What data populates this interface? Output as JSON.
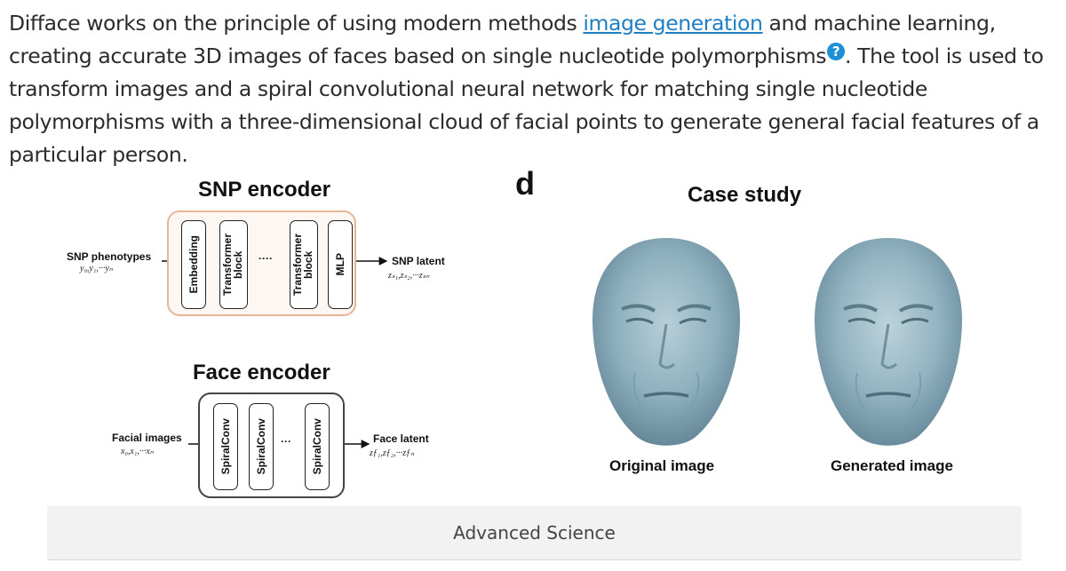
{
  "paragraph": {
    "part1": "Difface works on the principle of using modern methods ",
    "link": "image generation",
    "part2": " and machine learning, creating accurate 3D images of faces based on single nucleotide polymorphisms",
    "help_glyph": "?",
    "part3": ". The tool is used to transform images and a spiral convolutional neural network for matching single nucleotide polymorphisms with a three-dimensional cloud of facial points to generate general facial features of a particular person."
  },
  "figure": {
    "snp_encoder": {
      "title": "SNP encoder",
      "input_label": "SNP phenotypes",
      "input_sub": "y₀,y₁,···yₙ",
      "blocks": [
        "Embedding",
        "Transformer block",
        "Transformer block",
        "MLP"
      ],
      "dots": "····",
      "output_label": "SNP latent",
      "output_sub": "zₛ₁,zₛ₂,···zₛₙ"
    },
    "face_encoder": {
      "title": "Face encoder",
      "input_label": "Facial images",
      "input_sub": "x₀,x₁,···xₙ",
      "blocks": [
        "SpiralConv",
        "SpiralConv",
        "SpiralConv"
      ],
      "dots": "···",
      "output_label": "Face latent",
      "output_sub": "zƒ₁,zƒ₂,···zƒₙ"
    },
    "panel_letter": "d",
    "case_study": {
      "title": "Case study",
      "original_label": "Original image",
      "generated_label": "Generated image"
    }
  },
  "caption": "Advanced Science",
  "colors": {
    "link": "#1f7fc4",
    "snp_frame": "#e8b596",
    "face_mesh": "#8fb0bf"
  }
}
